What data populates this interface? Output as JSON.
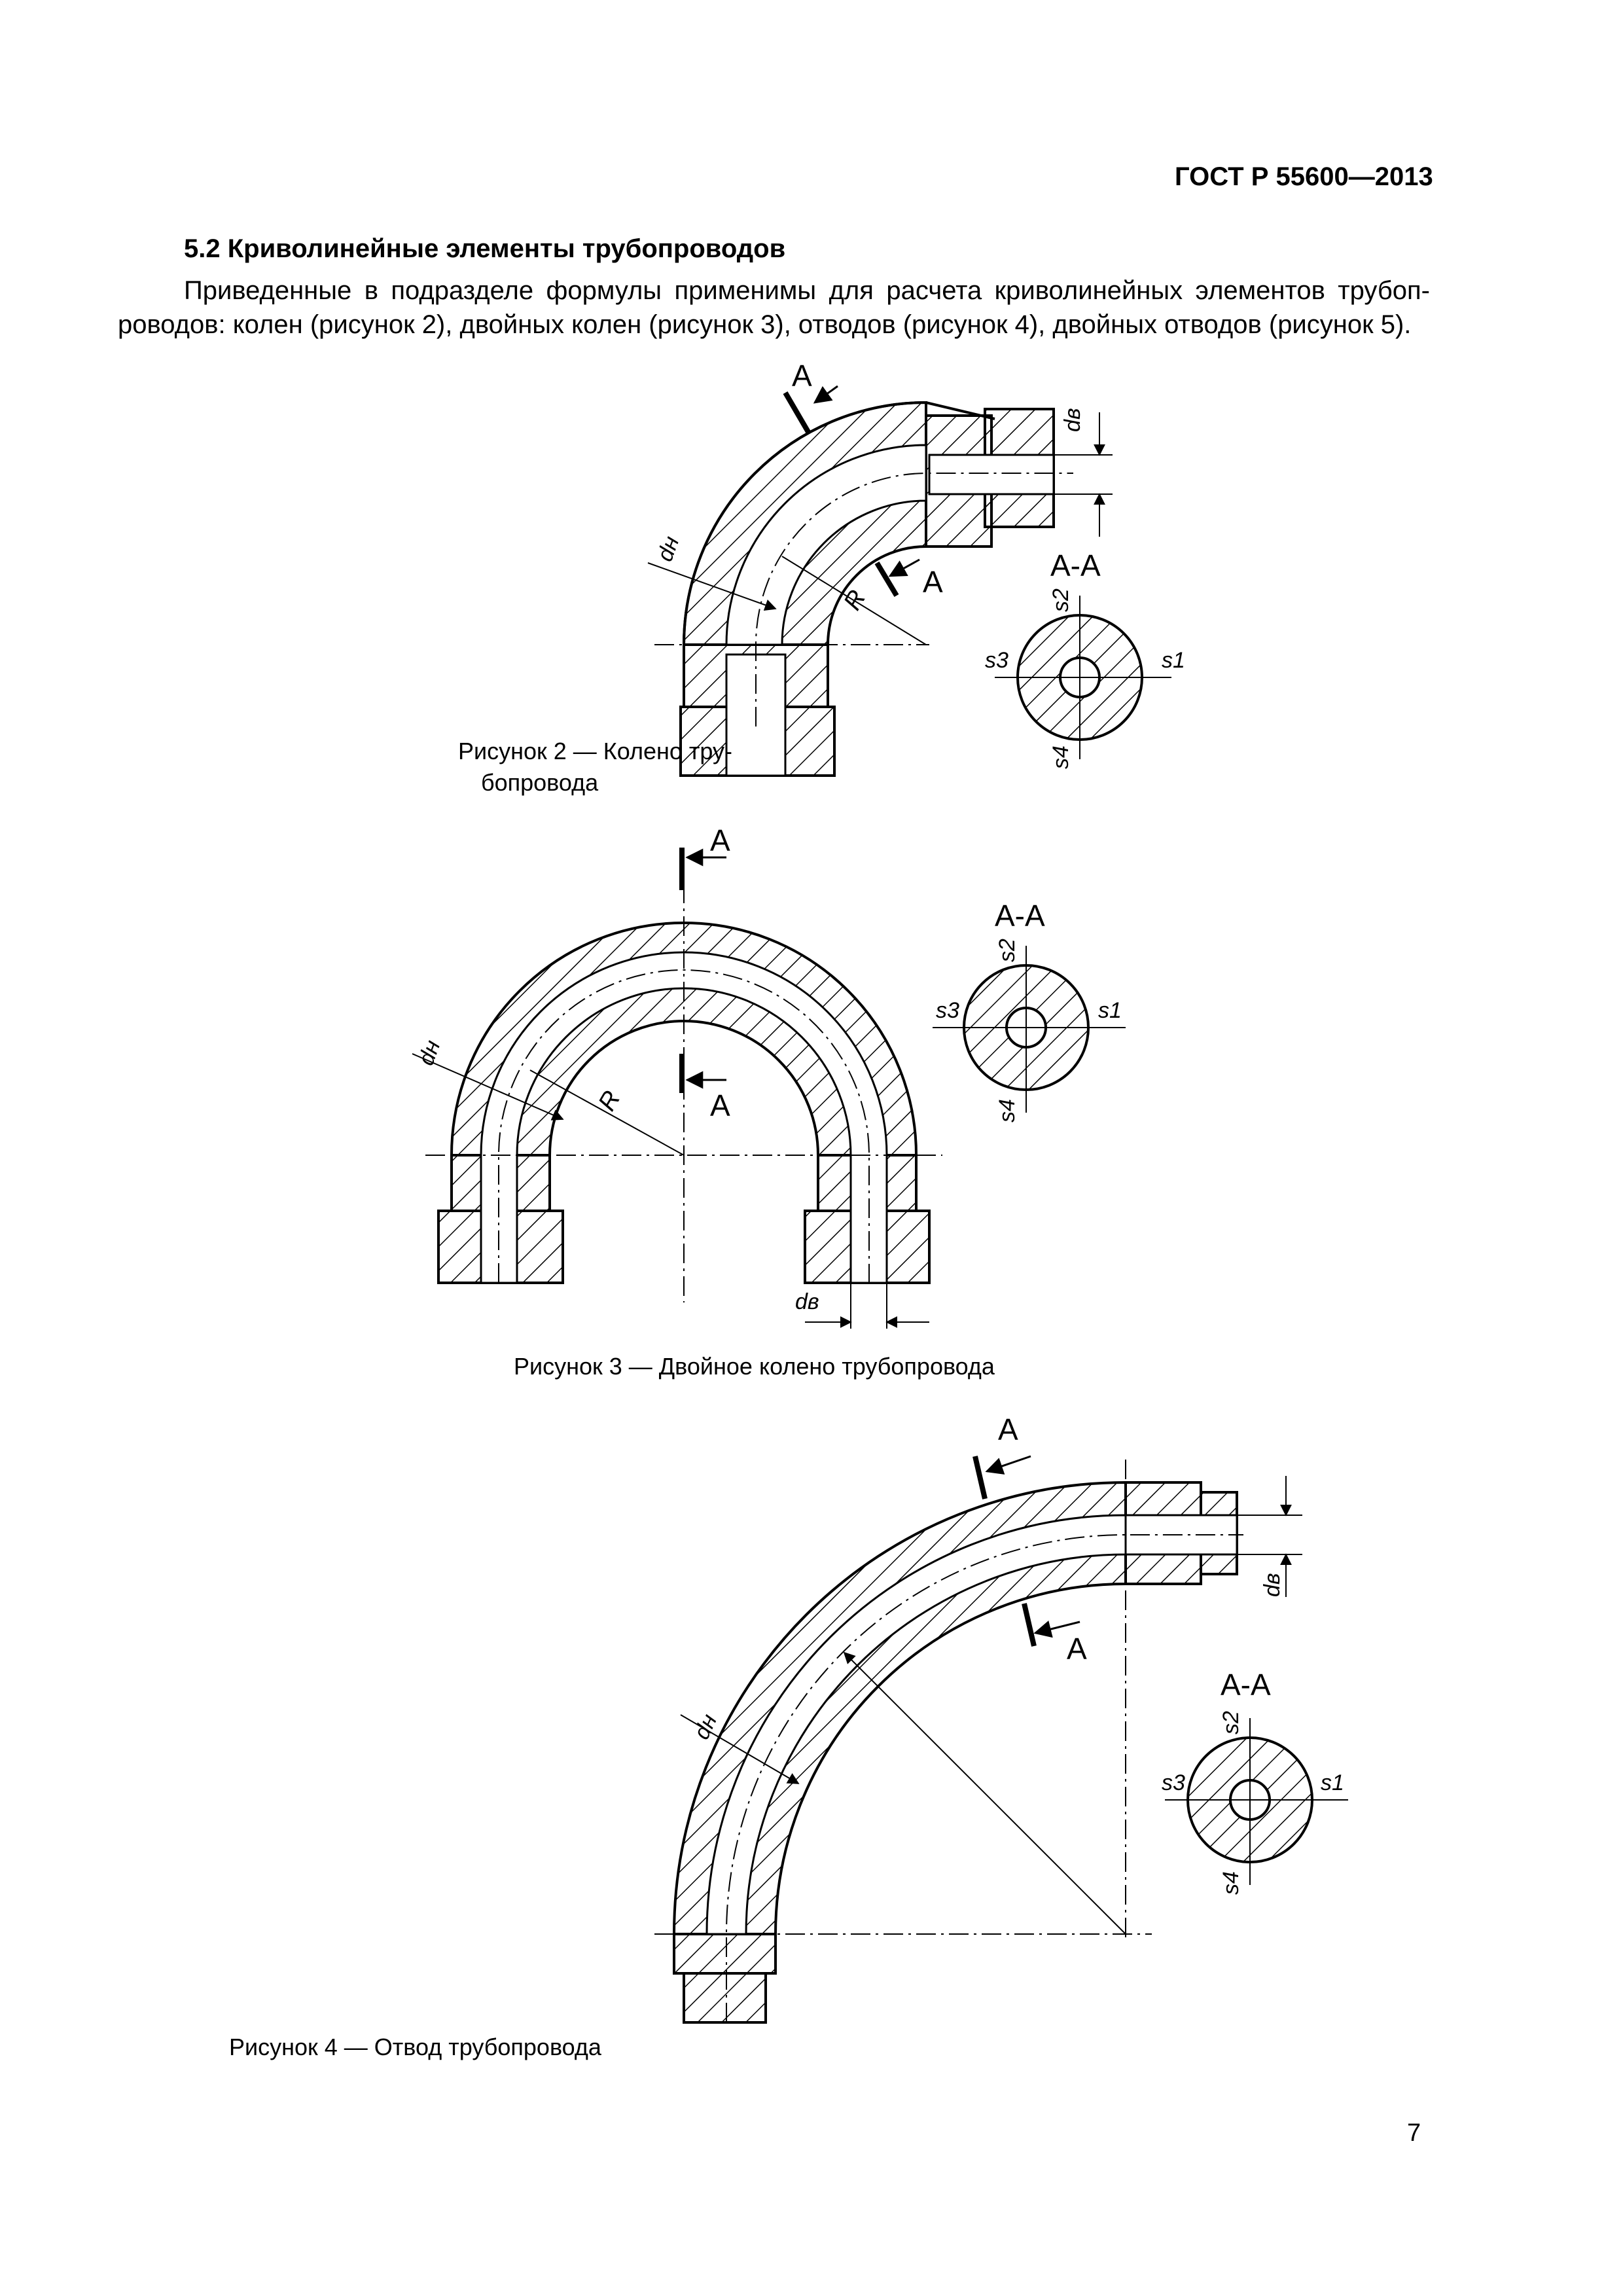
{
  "header": {
    "standard": "ГОСТ Р 55600—2013"
  },
  "section": {
    "title": "5.2 Криволинейные элементы трубопроводов",
    "paragraph_line1": "Приведенные в подразделе формулы применимы для расчета криволинейных элементов трубоп-",
    "paragraph_line2": "роводов: колен (рисунок 2), двойных колен (рисунок 3), отводов (рисунок 4), двойных отводов (рисунок 5)."
  },
  "labels": {
    "section_mark": "A",
    "section_view": "A-A",
    "outer_diameter": "dн",
    "inner_diameter": "dв",
    "radius": "R",
    "s1": "s1",
    "s2": "s2",
    "s3": "s3",
    "s4": "s4"
  },
  "figures": {
    "fig2_caption_line1": "Рисунок 2 — Колено тру-",
    "fig2_caption_line2": "бопровода",
    "fig3_caption": "Рисунок 3 — Двойное колено трубопровода",
    "fig4_caption": "Рисунок 4 — Отвод трубопровода"
  },
  "page_number": "7"
}
